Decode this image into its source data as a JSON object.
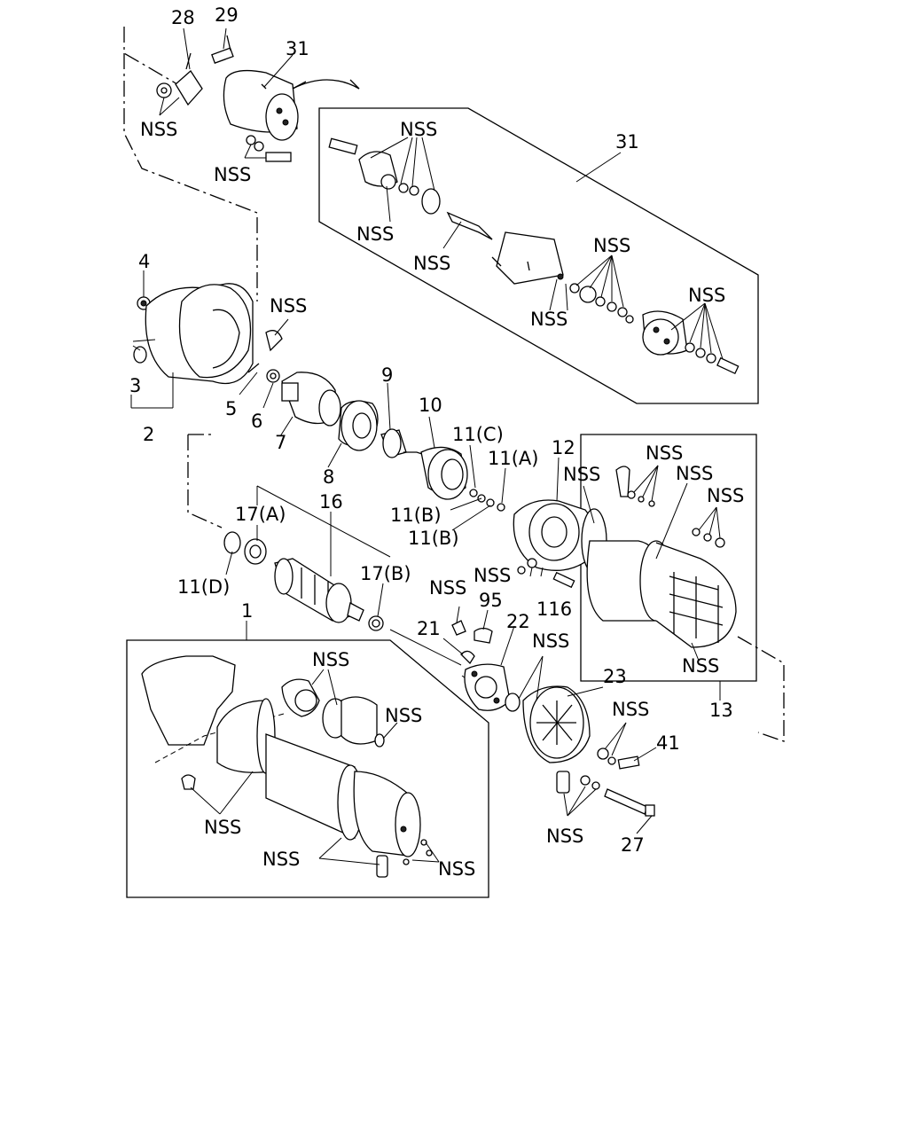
{
  "labels": {
    "l28": "28",
    "l29": "29",
    "l31a": "31",
    "l31b": "31",
    "nss1": "NSS",
    "nss2": "NSS",
    "nss3": "NSS",
    "nss4": "NSS",
    "nss5": "NSS",
    "nss6": "NSS",
    "nss7": "NSS",
    "nss8": "NSS",
    "l4": "4",
    "l3": "3",
    "l2": "2",
    "l5": "5",
    "l6": "6",
    "l7": "7",
    "l8": "8",
    "l9": "9",
    "l10": "10",
    "l11c": "11(C)",
    "l11a": "11(A)",
    "l11b1": "11(B)",
    "l11b2": "11(B)",
    "l12": "12",
    "nss9": "NSS",
    "nss10": "NSS",
    "nss11": "NSS",
    "nss12": "NSS",
    "nss13": "NSS",
    "l13": "13",
    "l17a": "17(A)",
    "l16": "16",
    "l17b": "17(B)",
    "l11d": "11(D)",
    "nss14": "NSS",
    "nss15": "NSS",
    "l95": "95",
    "l116": "116",
    "l21": "21",
    "l22": "22",
    "nss16": "NSS",
    "l1": "1",
    "nss17": "NSS",
    "nss18": "NSS",
    "nss19": "NSS",
    "nss20": "NSS",
    "nss21": "NSS",
    "l23": "23",
    "nss22": "NSS",
    "l41": "41",
    "nss23": "NSS",
    "l27": "27"
  }
}
